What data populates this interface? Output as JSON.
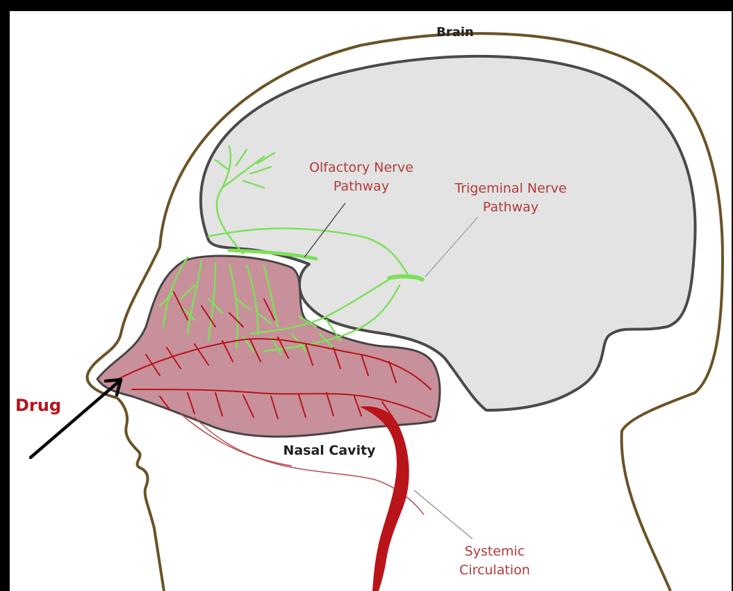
{
  "labels": {
    "brain": "Brain",
    "olfactory_line1": "Olfactory Nerve",
    "olfactory_line2": "Pathway",
    "trigeminal_line1": "Trigeminal Nerve",
    "trigeminal_line2": "Pathway",
    "drug": "Drug",
    "nasal_cavity": "Nasal Cavity",
    "systemic_line1": "Systemic",
    "systemic_line2": "Circulation"
  },
  "colors": {
    "frame": "#000000",
    "background": "#ffffff",
    "head_outline": "#6b5326",
    "brain_fill": "#e3e3e3",
    "brain_outline": "#4a4a4a",
    "nasal_fill": "#c8909a",
    "nerve_green": "#7ee05a",
    "vessel_red": "#b81419",
    "label_red": "#b13a3a",
    "label_dark": "#222222"
  },
  "icons": {
    "arrow": "arrow-icon"
  }
}
